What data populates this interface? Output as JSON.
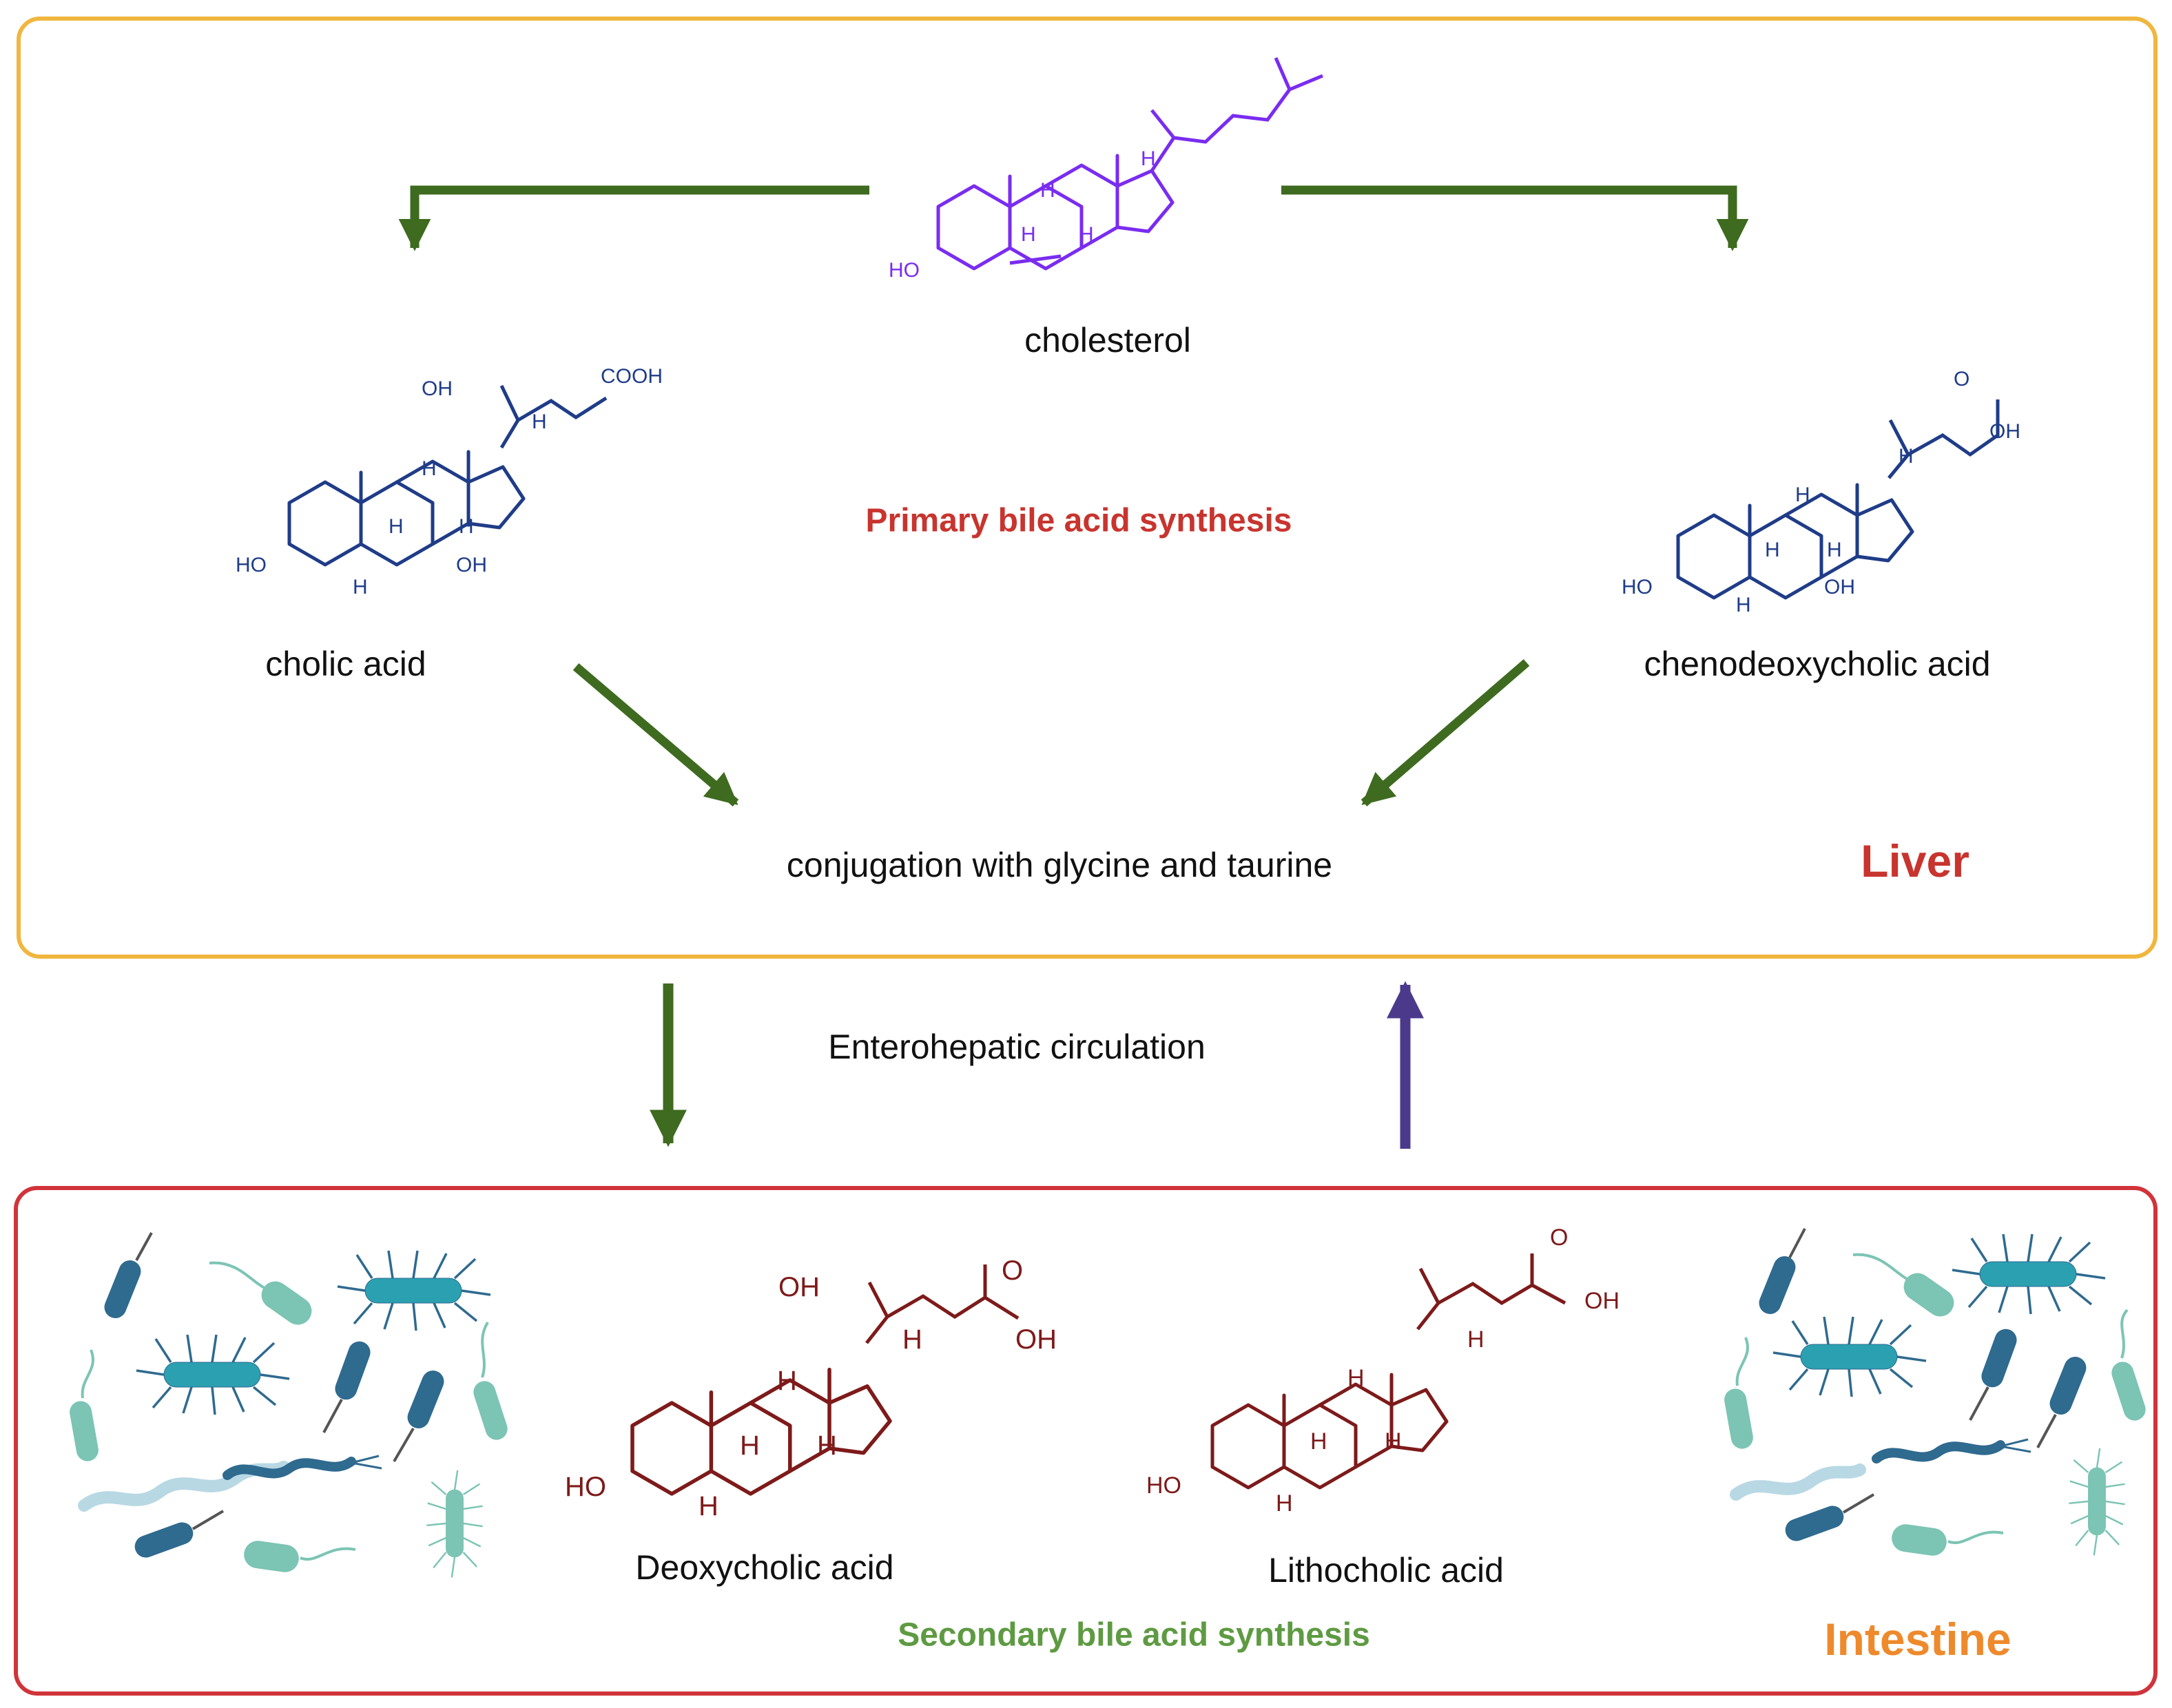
{
  "organs": {
    "liver": "Liver",
    "intestine": "Intestine"
  },
  "headers": {
    "primary": "Primary bile acid synthesis",
    "secondary": "Secondary bile acid synthesis"
  },
  "compounds": {
    "cholesterol": "cholesterol",
    "cholic_acid": "cholic acid",
    "chenodeoxycholic_acid": "chenodeoxycholic acid",
    "deoxycholic_acid": "Deoxycholic acid",
    "lithocholic_acid": "Lithocholic acid"
  },
  "process": {
    "conjugation": "conjugation with glycine and taurine",
    "circulation": "Enterohepatic circulation"
  },
  "atoms": {
    "ho": "HO",
    "oh": "OH",
    "h": "H",
    "o": "O",
    "cooh": "COOH"
  },
  "colors": {
    "liver_border": "#F0B63E",
    "intestine_border": "#D0343A",
    "primary_header": "#C8342E",
    "secondary_header": "#5E9A42",
    "liver_label": "#C8342E",
    "intestine_label": "#EE8A2C",
    "arrow_green": "#3E6B1F",
    "arrow_purple": "#4B3A8C",
    "cholesterol_structure": "#7A2CF0",
    "primary_structure": "#1F3C88",
    "secondary_structure": "#7E1A1A"
  },
  "icons": [
    "down-arrow-icon",
    "up-arrow-icon",
    "bacteria-icon",
    "steroid-structure-icon"
  ]
}
